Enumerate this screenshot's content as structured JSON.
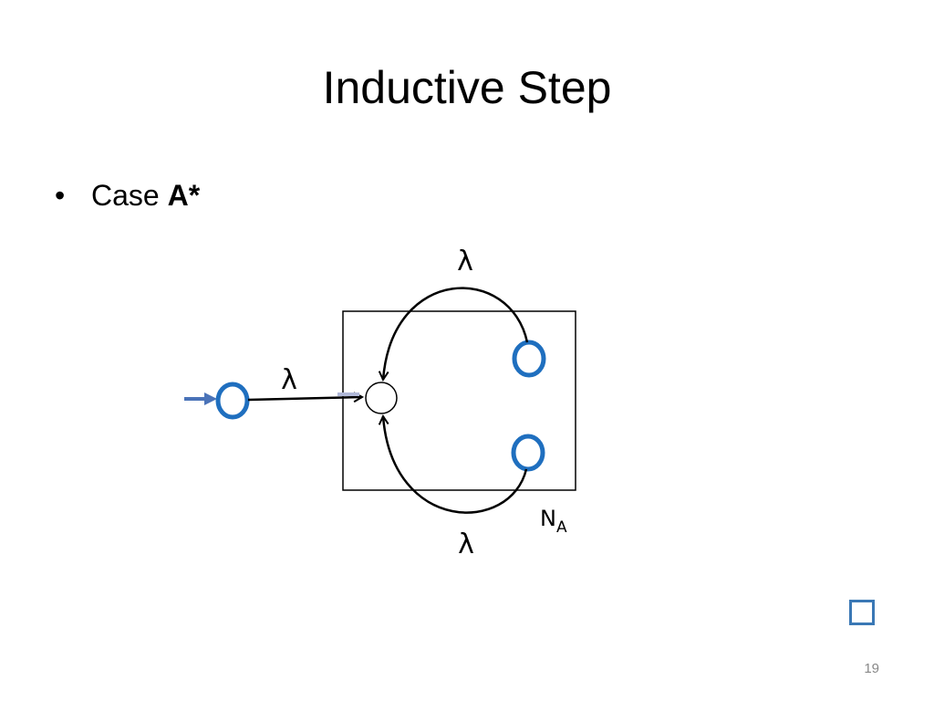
{
  "slide": {
    "title": "Inductive Step",
    "bullet": {
      "marker": "•",
      "text": "Case ",
      "emphasis": "A*"
    },
    "page_number": "19"
  },
  "diagram": {
    "nodes": [
      {
        "id": "start",
        "role": "start state",
        "color": "#1f6fbf",
        "incoming_arrow": true
      },
      {
        "id": "new-initial",
        "role": "new initial state",
        "color": "#000000"
      },
      {
        "id": "accept-upper",
        "role": "accepting state of N_A",
        "color": "#1f6fbf"
      },
      {
        "id": "accept-lower",
        "role": "accepting state of N_A",
        "color": "#1f6fbf"
      }
    ],
    "edges": [
      {
        "from": "start",
        "to": "new-initial",
        "label": "λ"
      },
      {
        "from": "accept-upper",
        "to": "new-initial",
        "label": "λ"
      },
      {
        "from": "accept-lower",
        "to": "new-initial",
        "label": "λ"
      }
    ],
    "box_label": {
      "main": "N",
      "subscript": "A"
    }
  },
  "colors": {
    "accent_blue": "#1f6fbf",
    "start_arrow": "#4a73b8",
    "end_square": "#3a78b5",
    "page_number": "#888888"
  },
  "icons": {
    "end_marker": "square-outline-icon"
  }
}
